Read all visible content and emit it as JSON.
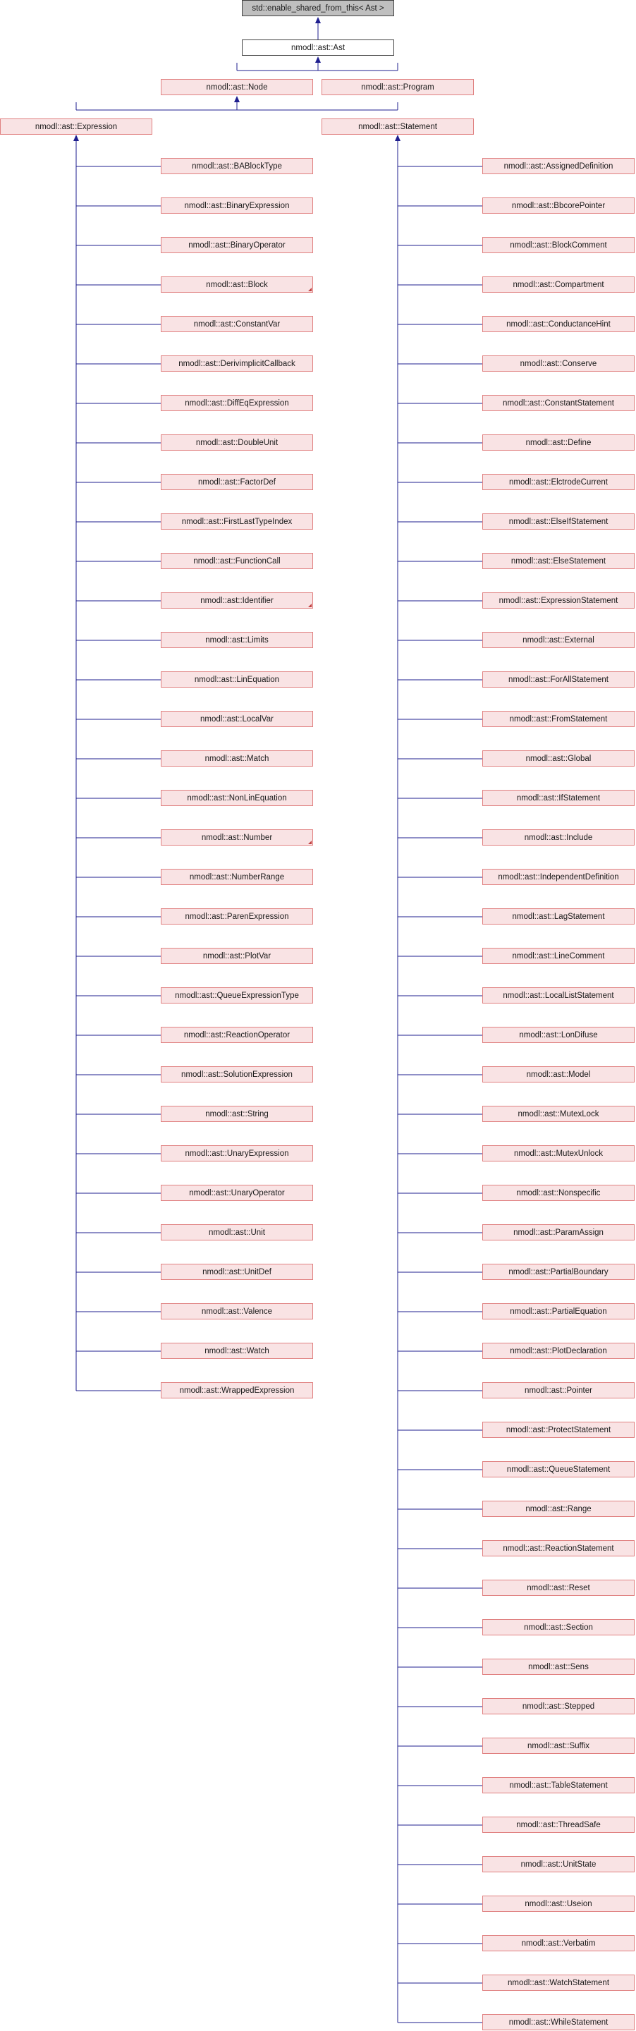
{
  "diagram": {
    "root": "std::enable_shared_from_this< Ast >",
    "ast": "nmodl::ast::Ast",
    "node": "nmodl::ast::Node",
    "program": "nmodl::ast::Program",
    "expression": "nmodl::ast::Expression",
    "statement": "nmodl::ast::Statement",
    "expressions": [
      {
        "label": "nmodl::ast::BABlockType"
      },
      {
        "label": "nmodl::ast::BinaryExpression"
      },
      {
        "label": "nmodl::ast::BinaryOperator"
      },
      {
        "label": "nmodl::ast::Block",
        "collapsed": true
      },
      {
        "label": "nmodl::ast::ConstantVar"
      },
      {
        "label": "nmodl::ast::DerivimplicitCallback"
      },
      {
        "label": "nmodl::ast::DiffEqExpression"
      },
      {
        "label": "nmodl::ast::DoubleUnit"
      },
      {
        "label": "nmodl::ast::FactorDef"
      },
      {
        "label": "nmodl::ast::FirstLastTypeIndex"
      },
      {
        "label": "nmodl::ast::FunctionCall"
      },
      {
        "label": "nmodl::ast::Identifier",
        "collapsed": true
      },
      {
        "label": "nmodl::ast::Limits"
      },
      {
        "label": "nmodl::ast::LinEquation"
      },
      {
        "label": "nmodl::ast::LocalVar"
      },
      {
        "label": "nmodl::ast::Match"
      },
      {
        "label": "nmodl::ast::NonLinEquation"
      },
      {
        "label": "nmodl::ast::Number",
        "collapsed": true
      },
      {
        "label": "nmodl::ast::NumberRange"
      },
      {
        "label": "nmodl::ast::ParenExpression"
      },
      {
        "label": "nmodl::ast::PlotVar"
      },
      {
        "label": "nmodl::ast::QueueExpressionType"
      },
      {
        "label": "nmodl::ast::ReactionOperator"
      },
      {
        "label": "nmodl::ast::SolutionExpression"
      },
      {
        "label": "nmodl::ast::String"
      },
      {
        "label": "nmodl::ast::UnaryExpression"
      },
      {
        "label": "nmodl::ast::UnaryOperator"
      },
      {
        "label": "nmodl::ast::Unit"
      },
      {
        "label": "nmodl::ast::UnitDef"
      },
      {
        "label": "nmodl::ast::Valence"
      },
      {
        "label": "nmodl::ast::Watch"
      },
      {
        "label": "nmodl::ast::WrappedExpression"
      }
    ],
    "statements": [
      {
        "label": "nmodl::ast::AssignedDefinition"
      },
      {
        "label": "nmodl::ast::BbcorePointer"
      },
      {
        "label": "nmodl::ast::BlockComment"
      },
      {
        "label": "nmodl::ast::Compartment"
      },
      {
        "label": "nmodl::ast::ConductanceHint"
      },
      {
        "label": "nmodl::ast::Conserve"
      },
      {
        "label": "nmodl::ast::ConstantStatement"
      },
      {
        "label": "nmodl::ast::Define"
      },
      {
        "label": "nmodl::ast::ElctrodeCurrent"
      },
      {
        "label": "nmodl::ast::ElseIfStatement"
      },
      {
        "label": "nmodl::ast::ElseStatement"
      },
      {
        "label": "nmodl::ast::ExpressionStatement"
      },
      {
        "label": "nmodl::ast::External"
      },
      {
        "label": "nmodl::ast::ForAllStatement"
      },
      {
        "label": "nmodl::ast::FromStatement"
      },
      {
        "label": "nmodl::ast::Global"
      },
      {
        "label": "nmodl::ast::IfStatement"
      },
      {
        "label": "nmodl::ast::Include"
      },
      {
        "label": "nmodl::ast::IndependentDefinition"
      },
      {
        "label": "nmodl::ast::LagStatement"
      },
      {
        "label": "nmodl::ast::LineComment"
      },
      {
        "label": "nmodl::ast::LocalListStatement"
      },
      {
        "label": "nmodl::ast::LonDifuse"
      },
      {
        "label": "nmodl::ast::Model"
      },
      {
        "label": "nmodl::ast::MutexLock"
      },
      {
        "label": "nmodl::ast::MutexUnlock"
      },
      {
        "label": "nmodl::ast::Nonspecific"
      },
      {
        "label": "nmodl::ast::ParamAssign"
      },
      {
        "label": "nmodl::ast::PartialBoundary"
      },
      {
        "label": "nmodl::ast::PartialEquation"
      },
      {
        "label": "nmodl::ast::PlotDeclaration"
      },
      {
        "label": "nmodl::ast::Pointer"
      },
      {
        "label": "nmodl::ast::ProtectStatement"
      },
      {
        "label": "nmodl::ast::QueueStatement"
      },
      {
        "label": "nmodl::ast::Range"
      },
      {
        "label": "nmodl::ast::ReactionStatement"
      },
      {
        "label": "nmodl::ast::Reset"
      },
      {
        "label": "nmodl::ast::Section"
      },
      {
        "label": "nmodl::ast::Sens"
      },
      {
        "label": "nmodl::ast::Stepped"
      },
      {
        "label": "nmodl::ast::Suffix"
      },
      {
        "label": "nmodl::ast::TableStatement"
      },
      {
        "label": "nmodl::ast::ThreadSafe"
      },
      {
        "label": "nmodl::ast::UnitState"
      },
      {
        "label": "nmodl::ast::Useion"
      },
      {
        "label": "nmodl::ast::Verbatim"
      },
      {
        "label": "nmodl::ast::WatchStatement"
      },
      {
        "label": "nmodl::ast::WhileStatement"
      }
    ],
    "colors": {
      "edge": "#1f1f8f",
      "node_fill": "#f9e3e4",
      "node_border": "#e08080",
      "root_fill": "#bfbfbf"
    }
  }
}
